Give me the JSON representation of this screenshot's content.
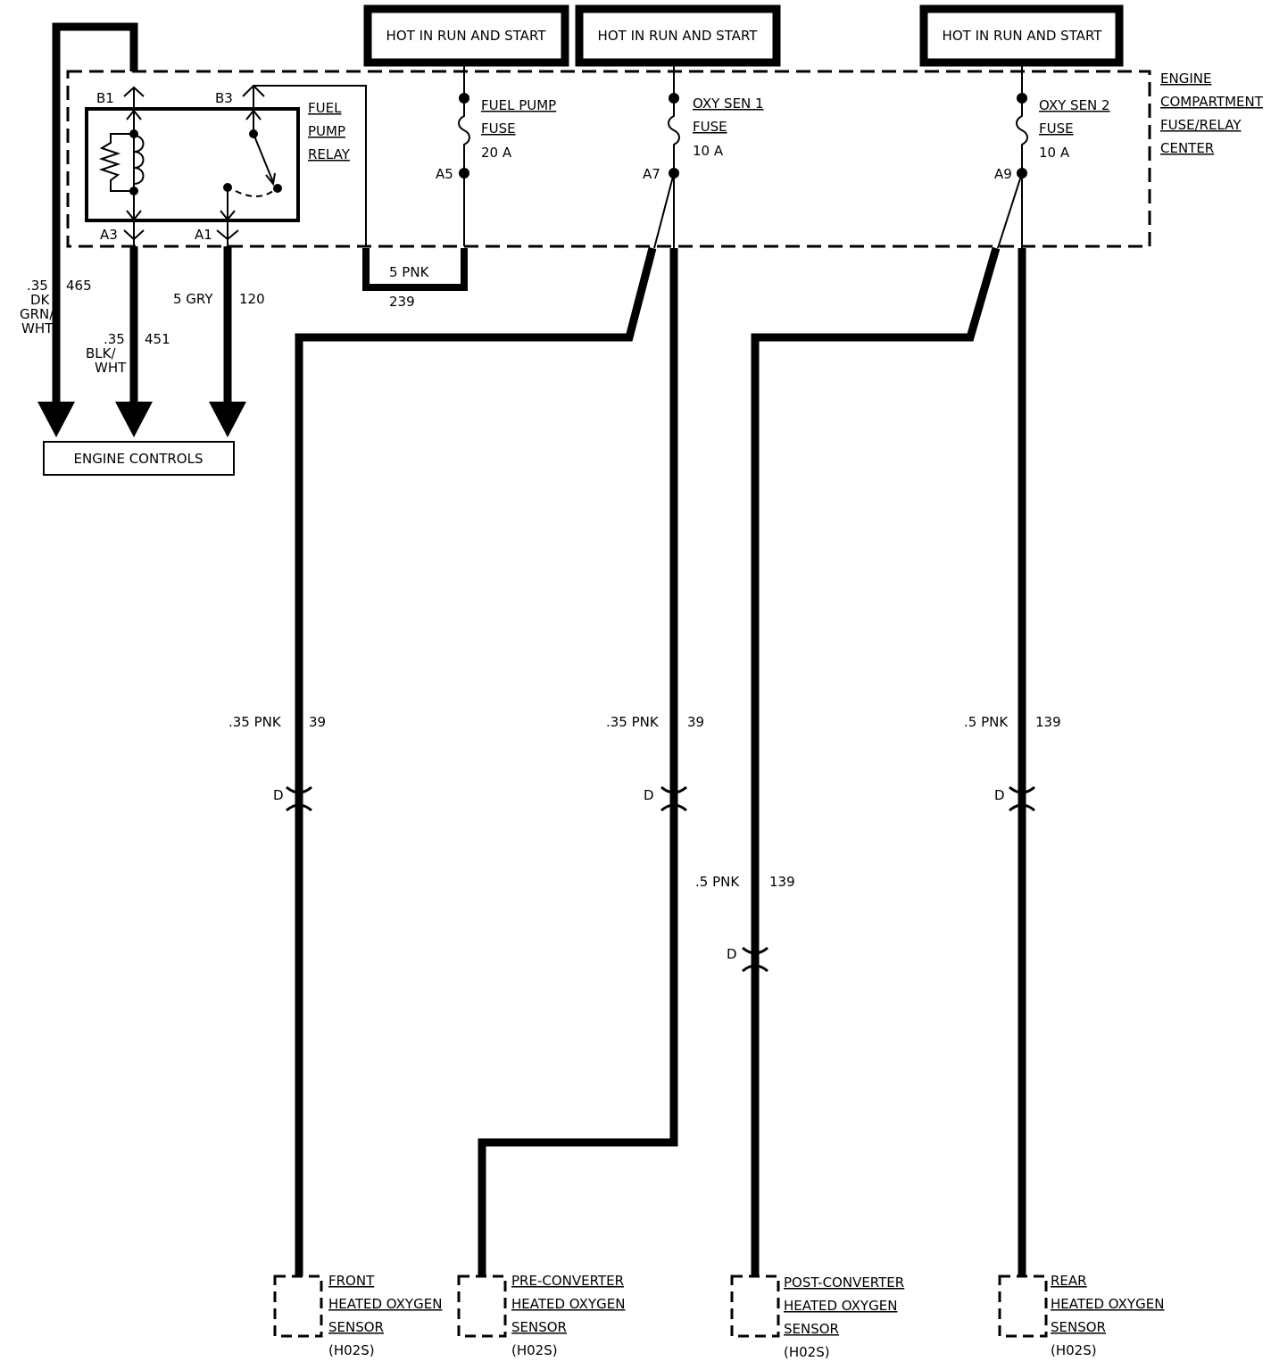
{
  "power_sources": [
    {
      "label": "HOT IN RUN AND START"
    },
    {
      "label": "HOT IN RUN AND START"
    },
    {
      "label": "HOT IN RUN AND START"
    }
  ],
  "fuse_center": {
    "lines": [
      "ENGINE",
      "COMPARTMENT",
      "FUSE/RELAY",
      "CENTER"
    ]
  },
  "relay": {
    "lines": [
      "FUEL",
      "PUMP",
      "RELAY"
    ],
    "terminals": {
      "b1": "B1",
      "b3": "B3",
      "a3": "A3",
      "a1": "A1"
    }
  },
  "fuses": [
    {
      "lines": [
        "FUEL PUMP",
        "FUSE",
        "20 A"
      ],
      "terminal": "A5"
    },
    {
      "lines": [
        "OXY SEN 1",
        "FUSE",
        "10 A"
      ],
      "terminal": "A7"
    },
    {
      "lines": [
        "OXY SEN 2",
        "FUSE",
        "10 A"
      ],
      "terminal": "A9"
    }
  ],
  "wires": {
    "w465": {
      "gauge_lines": [
        ".35",
        "DK",
        "GRN/",
        "WHT"
      ],
      "circuit": "465"
    },
    "w451": {
      "gauge_lines": [
        ".35",
        "BLK/",
        "WHT"
      ],
      "circuit": "451"
    },
    "w120": {
      "gauge": "5 GRY",
      "circuit": "120"
    },
    "w239": {
      "gauge": "5 PNK",
      "circuit": "239"
    },
    "w39a": {
      "gauge": ".35 PNK",
      "circuit": "39"
    },
    "w39b": {
      "gauge": ".35 PNK",
      "circuit": "39"
    },
    "w139r": {
      "gauge": ".5 PNK",
      "circuit": "139"
    },
    "w139p": {
      "gauge": ".5 PNK",
      "circuit": "139"
    }
  },
  "connectors": {
    "d1": "D",
    "d2": "D",
    "d3": "D",
    "d4": "D"
  },
  "engine_controls": {
    "label": "ENGINE CONTROLS"
  },
  "sensors": [
    {
      "lines": [
        "FRONT",
        "HEATED OXYGEN",
        "SENSOR"
      ],
      "abbr": "(H02S)"
    },
    {
      "lines": [
        "PRE-CONVERTER",
        "HEATED OXYGEN",
        "SENSOR"
      ],
      "abbr": "(H02S)"
    },
    {
      "lines": [
        "POST-CONVERTER",
        "HEATED OXYGEN",
        "SENSOR"
      ],
      "abbr": "(H02S)"
    },
    {
      "lines": [
        "REAR",
        "HEATED OXYGEN",
        "SENSOR"
      ],
      "abbr": "(H02S)"
    }
  ]
}
